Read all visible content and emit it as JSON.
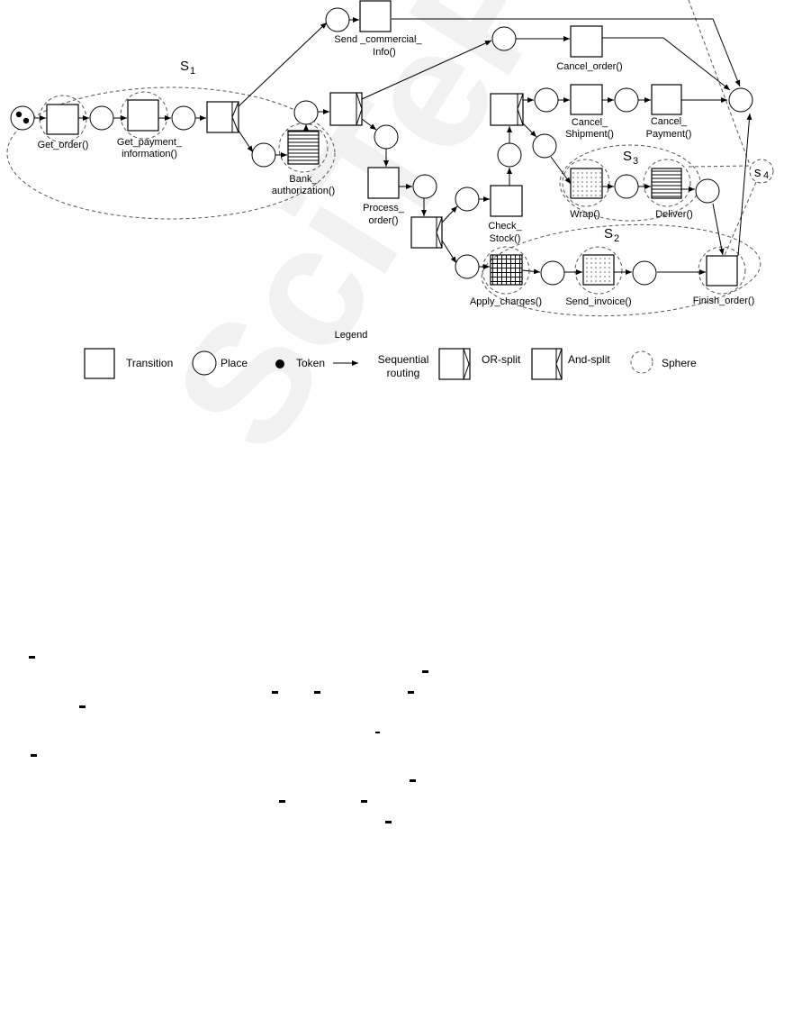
{
  "diagram": {
    "spheres": {
      "s1": "S",
      "s1_sub": "1",
      "s2": "S",
      "s2_sub": "2",
      "s3": "S",
      "s3_sub": "3",
      "s4": "s",
      "s4_sub": "4"
    },
    "transitions": {
      "get_order": "Get_order()",
      "get_payment_1": "Get_payment_",
      "get_payment_2": "information()",
      "bank_1": "Bank_",
      "bank_2": "authorization()",
      "send_commercial_1": "Send _commercial_",
      "send_commercial_2": "Info()",
      "cancel_order": "Cancel_order()",
      "process_order_1": "Process_",
      "process_order_2": "order()",
      "check_stock_1": "Check_",
      "check_stock_2": "Stock()",
      "cancel_shipment_1": "Cancel_",
      "cancel_shipment_2": "Shipment()",
      "cancel_payment_1": "Cancel_",
      "cancel_payment_2": "Payment()",
      "wrap": "Wrap()",
      "deliver": "Deliver()",
      "apply_charges": "Apply_charges()",
      "send_invoice": "Send_invoice()",
      "finish_order": "Finish_order()"
    }
  },
  "legend": {
    "title": "Legend",
    "transition": "Transition",
    "place": "Place",
    "token": "Token",
    "sequential_1": "Sequential",
    "sequential_2": "routing",
    "or_split": "OR-split",
    "and_split": "And-split",
    "sphere": "Sphere"
  },
  "watermark": "SciTePress"
}
